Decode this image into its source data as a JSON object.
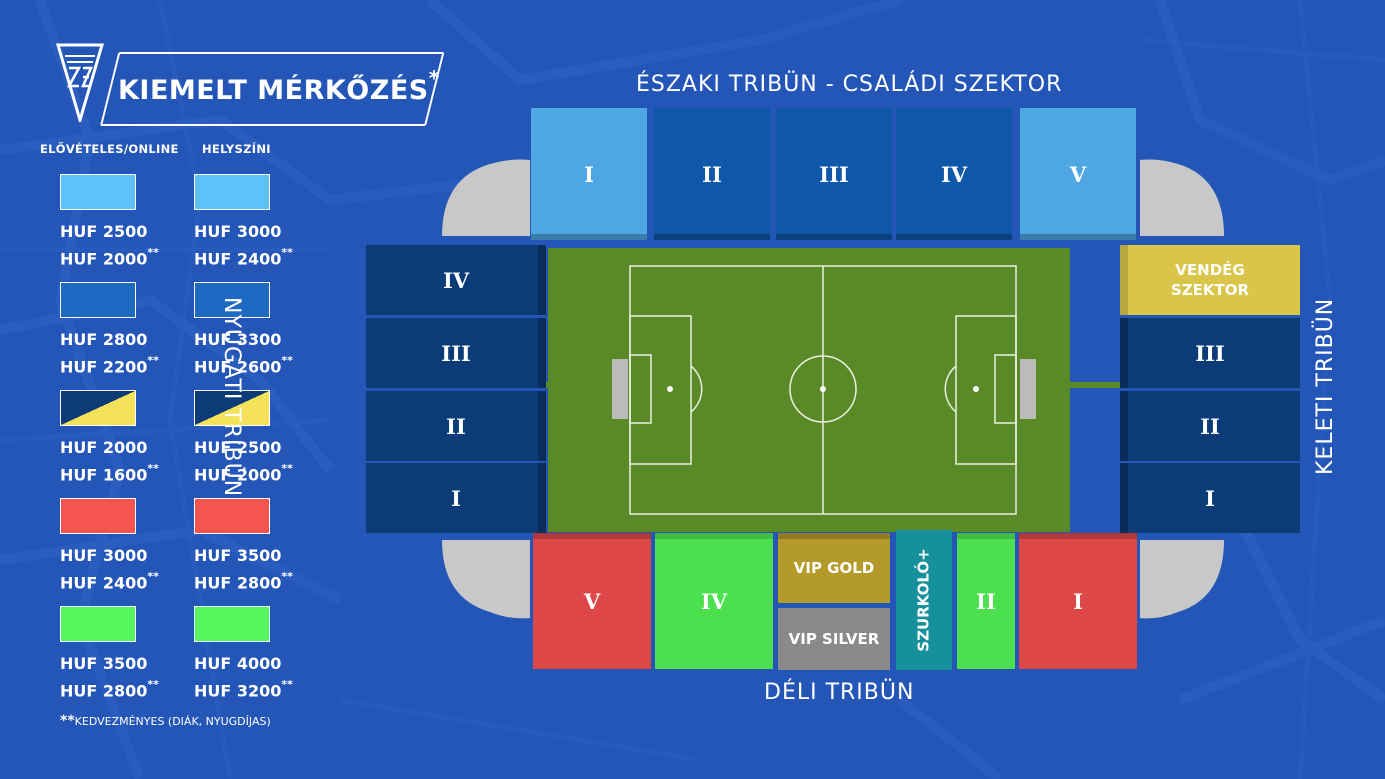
{
  "header": {
    "title": "KIEMELT MÉRKŐZÉS",
    "title_mark": "*",
    "col_online": "ELŐVÉTELES/ONLINE",
    "col_venue": "HELYSZÍNI"
  },
  "prices": [
    {
      "color": "#5ec1fa",
      "online": [
        "HUF 2500",
        "HUF 2000"
      ],
      "venue": [
        "HUF 3000",
        "HUF 2400"
      ]
    },
    {
      "color": "#1e6ac2",
      "online": [
        "HUF 2800",
        "HUF 2200"
      ],
      "venue": [
        "HUF 3300",
        "HUF 2600"
      ]
    },
    {
      "color": "split",
      "online": [
        "HUF 2000",
        "HUF 1600"
      ],
      "venue": [
        "HUF 2500",
        "HUF 2000"
      ]
    },
    {
      "color": "#f5554e",
      "online": [
        "HUF 3000",
        "HUF 2400"
      ],
      "venue": [
        "HUF 3500",
        "HUF 2800"
      ]
    },
    {
      "color": "#55f55e",
      "online": [
        "HUF 3500",
        "HUF 2800"
      ],
      "venue": [
        "HUF 4000",
        "HUF 3200"
      ]
    }
  ],
  "discount_mark": "**",
  "footnote": {
    "mark": "**",
    "text": "KEDVEZMÉNYES (DIÁK, NYUGDÍJAS)"
  },
  "stands": {
    "north": "ÉSZAKI TRIBÜN - CSALÁDI SZEKTOR",
    "south": "DÉLI TRIBÜN",
    "west": "NYUGATI TRIBÜN",
    "east": "KELETI TRIBÜN"
  },
  "north_sectors": [
    "I",
    "II",
    "III",
    "IV",
    "V"
  ],
  "west_sectors": [
    "IV",
    "III",
    "II",
    "I"
  ],
  "east_sectors": [
    "III",
    "II",
    "I"
  ],
  "east_guest": "VENDÉG SZEKTOR",
  "south_sectors": {
    "v": "V",
    "iv": "IV",
    "vip_gold": "VIP GOLD",
    "vip_silver": "VIP SILVER",
    "supporter": "SZURKOLÓ+",
    "ii": "II",
    "i": "I"
  },
  "colors": {
    "background": "#2456b8",
    "light_blue": "#4ea6e3",
    "mid_blue": "#0f57a8",
    "dark_blue": "#0c3c78",
    "red": "#dd4747",
    "green": "#4cdf4e",
    "gold": "#b39a2a",
    "silver": "#8a8a8a",
    "teal": "#16909a",
    "guest": "#d9c54a",
    "pitch": "#5a8a28"
  }
}
